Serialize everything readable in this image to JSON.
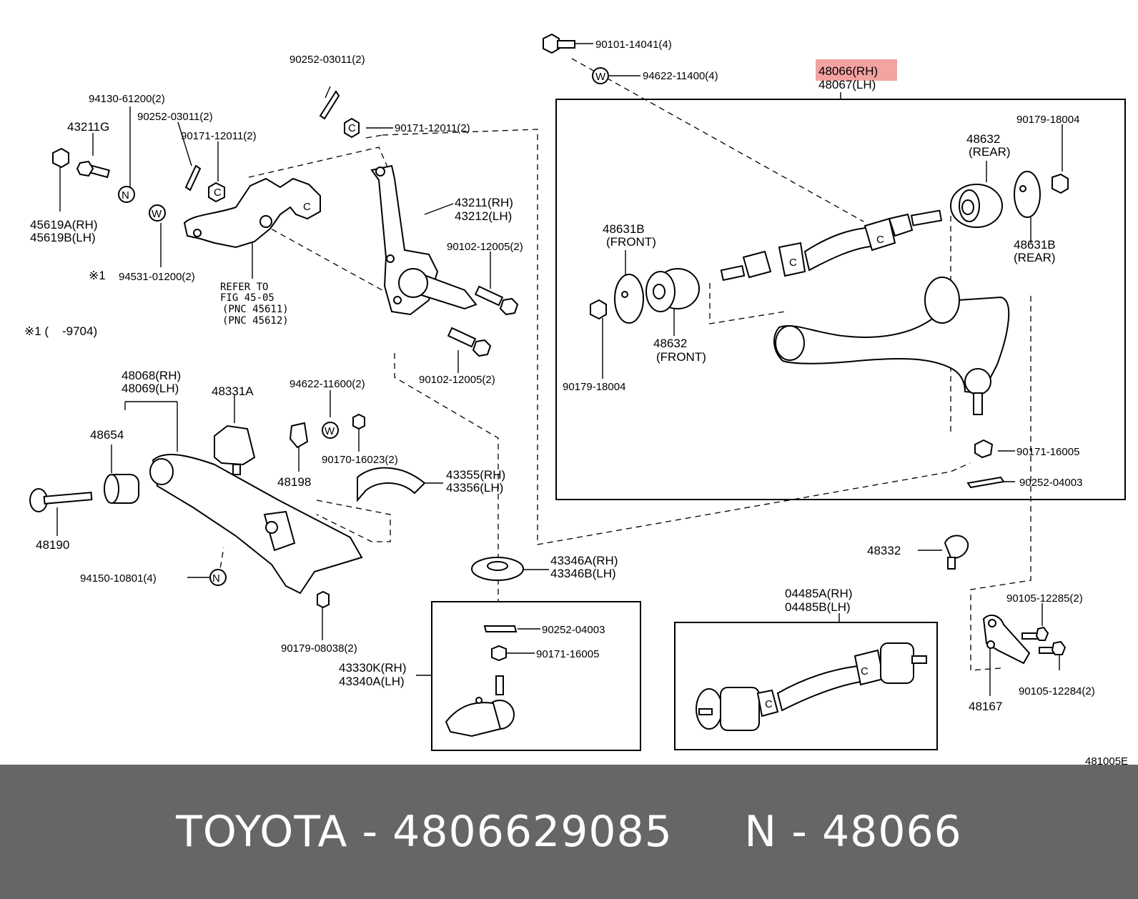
{
  "labels": {
    "p48066": "48066(RH)",
    "p48067": "48067(LH)",
    "p90101": "90101-14041(4)",
    "p94622a": "94622-11400(4)",
    "p90252a": "90252-03011(2)",
    "p94130": "94130-61200(2)",
    "p90252b": "90252-03011(2)",
    "p43211g": "43211G",
    "p90171a": "90171-12011(2)",
    "p90171b": "90171-12011(2)",
    "p45619a": "45619A(RH)",
    "p45619b": "45619B(LH)",
    "p94531": "94531-01200(2)",
    "ref1": "REFER TO",
    "ref2": "FIG 45-05",
    "ref3": "(PNC 45611)",
    "ref4": "(PNC 45612)",
    "note": "※1 (    -9704)",
    "mark1": "※1",
    "p43211": "43211(RH)",
    "p43212": "43212(LH)",
    "p90102a": "90102-12005(2)",
    "p90102b": "90102-12005(2)",
    "p90179a": "90179-18004",
    "p48632r": "48632",
    "p48632r2": "(REAR)",
    "p48631bf": "48631B",
    "p48631bf2": "(FRONT)",
    "p48631br": "48631B",
    "p48631br2": "(REAR)",
    "p48632f": "48632",
    "p48632f2": "(FRONT)",
    "p90179b": "90179-18004",
    "p90171c": "90171-16005",
    "p90252c": "90252-04003",
    "p48068": "48068(RH)",
    "p48069": "48069(LH)",
    "p48331a": "48331A",
    "p94622b": "94622-11600(2)",
    "p48654": "48654",
    "p48198": "48198",
    "p90170": "90170-16023(2)",
    "p43355": "43355(RH)",
    "p43356": "43356(LH)",
    "p48190": "48190",
    "p94150": "94150-10801(4)",
    "p43346a": "43346A(RH)",
    "p43346b": "43346B(LH)",
    "p48332": "48332",
    "p90179c": "90179-08038(2)",
    "p90252d": "90252-04003",
    "p90171d": "90171-16005",
    "p43330k": "43330K(RH)",
    "p43340a": "43340A(LH)",
    "p04485a": "04485A(RH)",
    "p04485b": "04485B(LH)",
    "p90105a": "90105-12285(2)",
    "p90105b": "90105-12284(2)",
    "p48167": "48167",
    "figno": "481005E"
  },
  "washer_letters": {
    "w": "W",
    "n": "N",
    "c": "C"
  },
  "highlight_color": "#f4a3a3",
  "footer": {
    "brand": "TOYOTA",
    "part_number": "4806629085",
    "prefix": "N",
    "pnc": "48066"
  }
}
